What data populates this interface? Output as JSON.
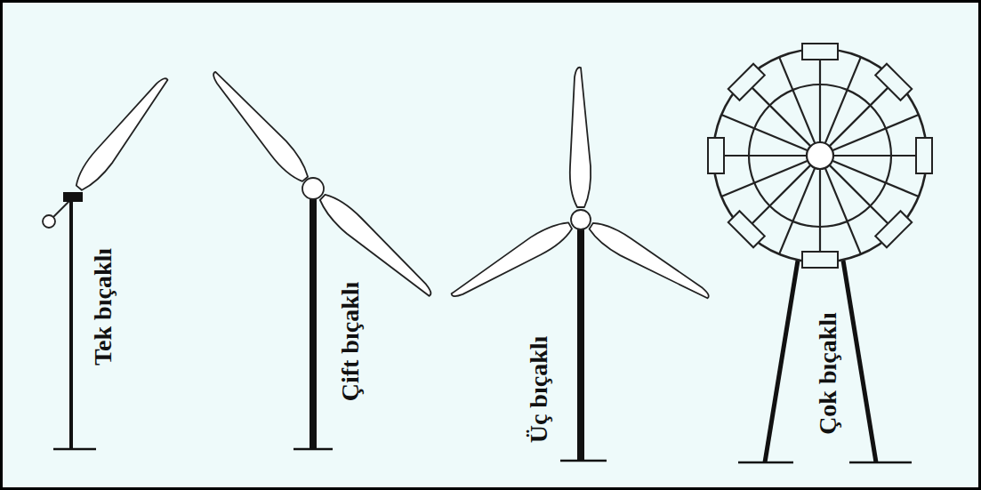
{
  "diagram": {
    "labels": [
      "Tek bıçaklı",
      "Çift bıçaklı",
      "Üç bıçaklı",
      "Çok bıçaklı"
    ]
  }
}
